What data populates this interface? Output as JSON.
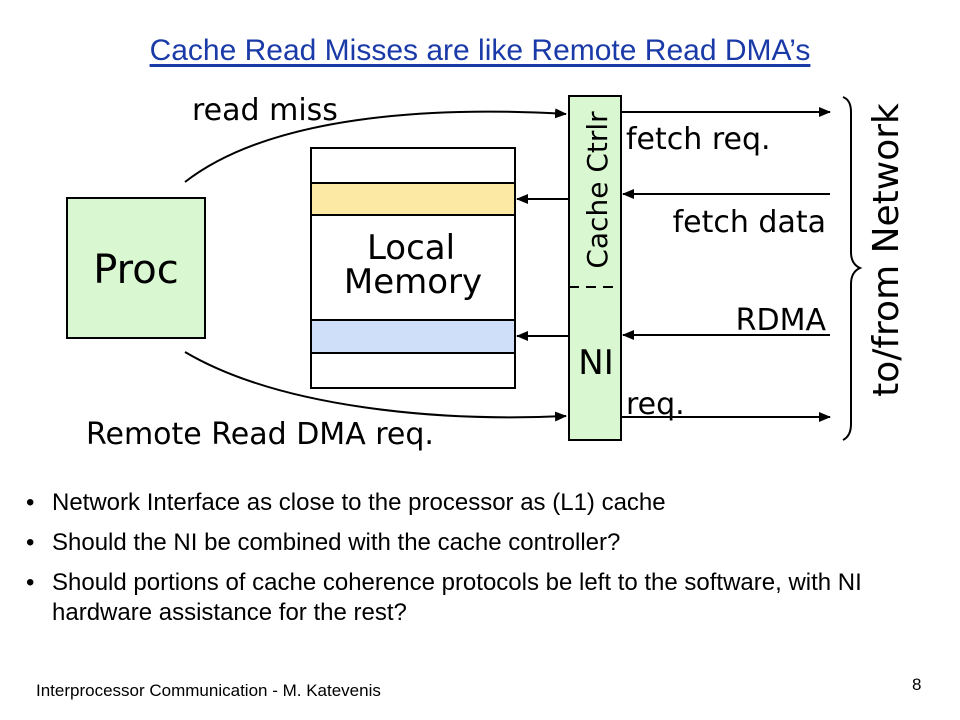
{
  "title": "Cache Read Misses are like Remote Read DMA’s",
  "diagram": {
    "proc_label": "Proc",
    "memory_label_line1": "Local",
    "memory_label_line2": "Memory",
    "cache_ctrl_label": "Cache Ctrlr",
    "ni_label": "NI",
    "read_miss_label": "read miss",
    "remote_req_label": "Remote Read DMA req.",
    "fetch_req_label": "fetch req.",
    "fetch_data_label": "fetch data",
    "rdma_label": "RDMA",
    "req_label": "req.",
    "network_label": "to/from Network",
    "colors": {
      "proc_fill": "#d9f7d0",
      "controller_fill": "#d9f7d0",
      "yellow_band": "#fbe9a4",
      "blue_band": "#cfdef9"
    }
  },
  "bullets": [
    "Network Interface as close to the processor as (L1) cache",
    "Should the NI be combined with the cache controller?",
    "Should portions of cache coherence protocols be left to the software, with NI hardware assistance for the rest?"
  ],
  "bullet_glyph": "•",
  "footer": "Interprocessor Communication - M. Katevenis",
  "page_number": "8"
}
